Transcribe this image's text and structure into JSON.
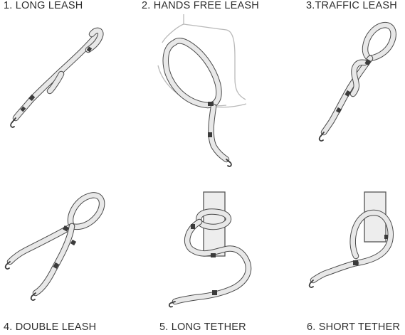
{
  "captions": {
    "c1": "1. LONG LEASH",
    "c2": "2. HANDS FREE LEASH",
    "c3": "3.TRAFFIC LEASH",
    "c4": "4. DOUBLE LEASH",
    "c5": "5. LONG TETHER",
    "c6": "6. SHORT TETHER"
  }
}
